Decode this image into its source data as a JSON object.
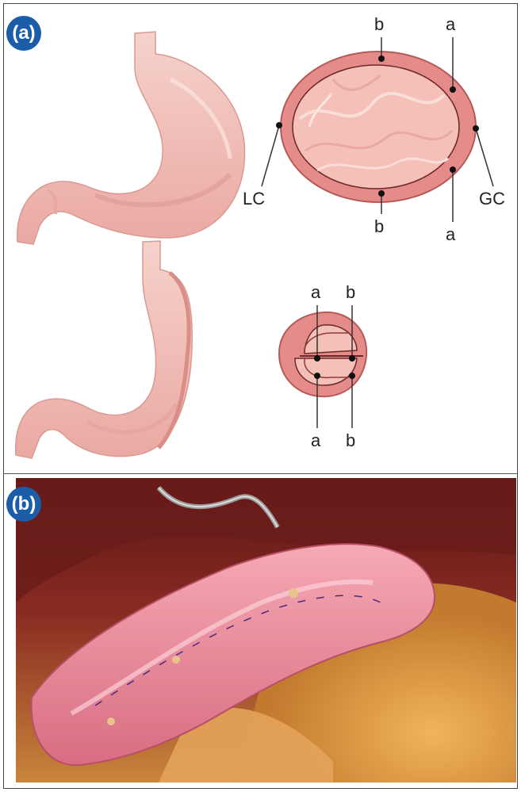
{
  "panels": {
    "a": {
      "badge": "(a)"
    },
    "b": {
      "badge": "(b)"
    }
  },
  "cross_section_top": {
    "labels": {
      "b_top": "b",
      "a_top": "a",
      "lc": "LC",
      "gc": "GC",
      "b_bottom": "b",
      "a_bottom": "a"
    }
  },
  "cross_section_folded": {
    "labels": {
      "a_top": "a",
      "b_top": "b",
      "a_bottom": "a",
      "b_bottom": "b"
    }
  },
  "colors": {
    "badge": "#1b5da8",
    "stomach": "#f2c1ba",
    "wall": "#e48a88",
    "lumen": "#f5c7bf"
  }
}
